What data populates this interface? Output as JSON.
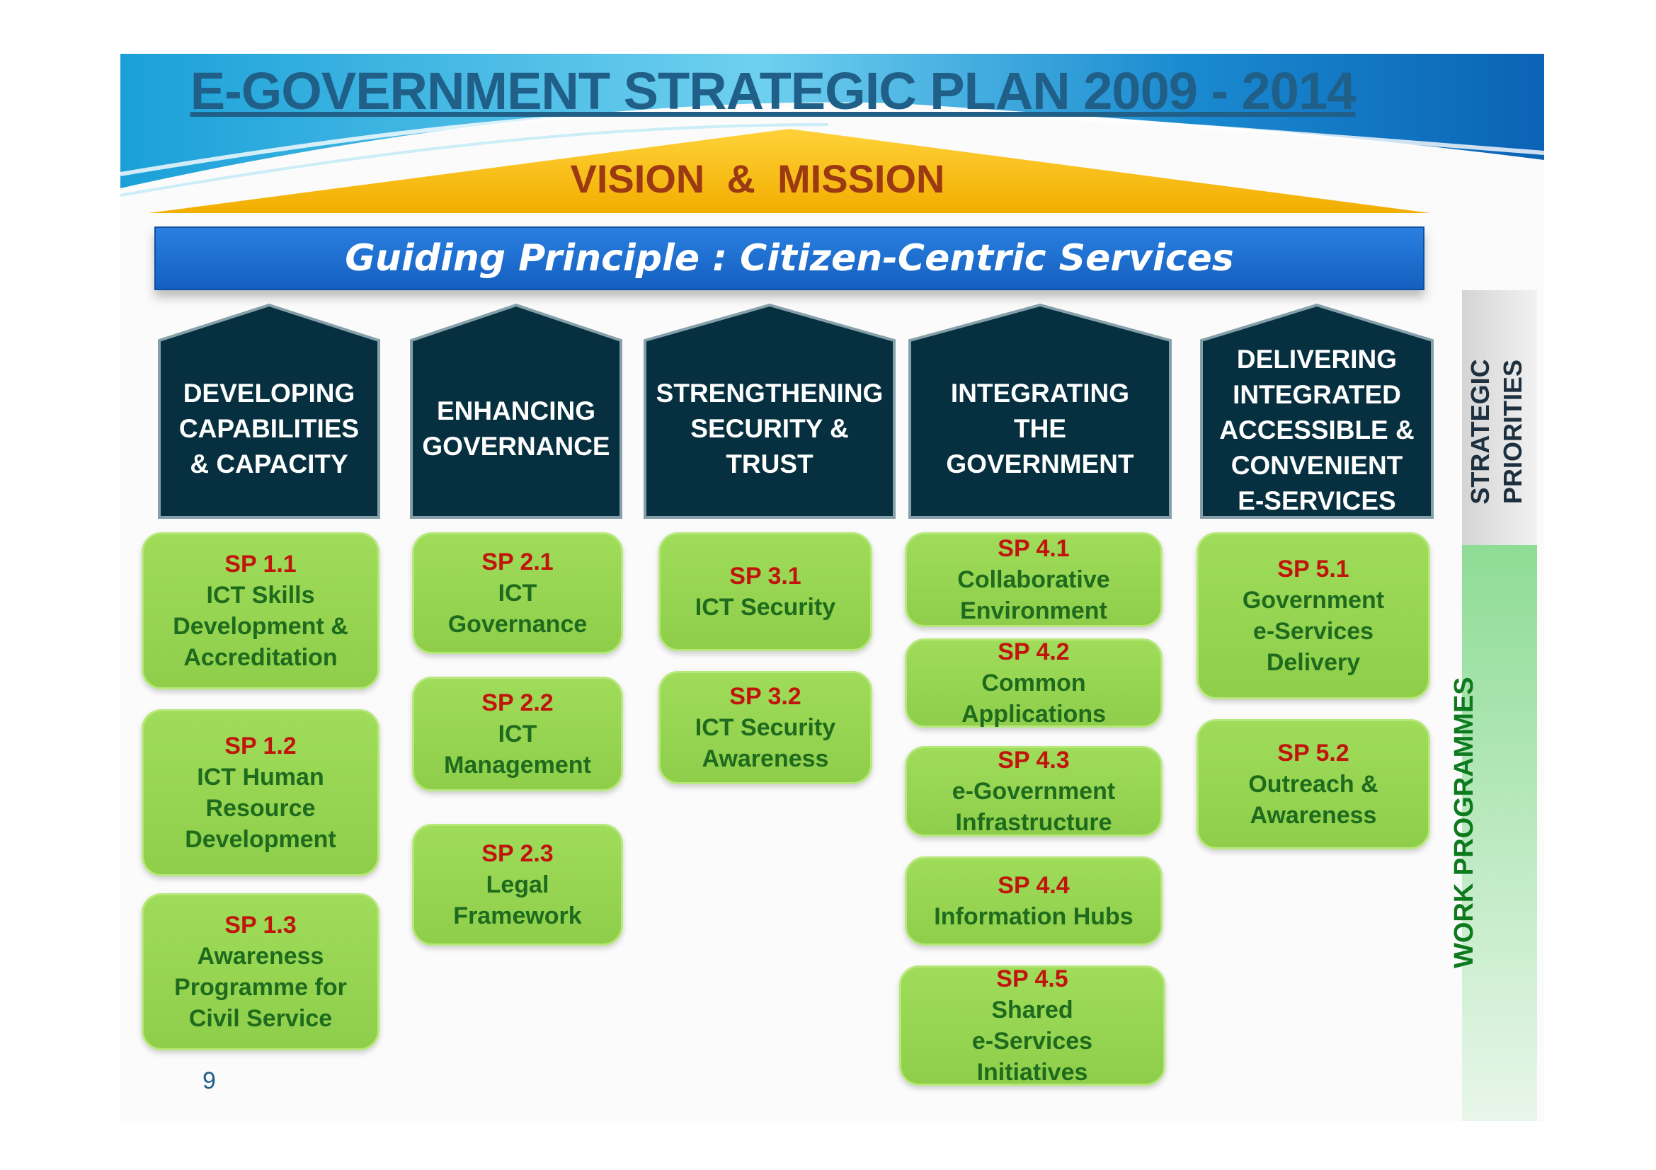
{
  "title": "E-GOVERNMENT STRATEGIC PLAN 2009 - 2014",
  "vision": "VISION  &  MISSION",
  "guiding_principle": "Guiding Principle : Citizen-Centric Services",
  "side_labels": {
    "strategic_priorities": [
      "STRATEGIC",
      "PRIORITIES"
    ],
    "work_programmes": "WORK PROGRAMMES"
  },
  "pillars": [
    {
      "label": "DEVELOPING\nCAPABILITIES\n& CAPACITY"
    },
    {
      "label": "ENHANCING\nGOVERNANCE"
    },
    {
      "label": "STRENGTHENING\nSECURITY &\nTRUST"
    },
    {
      "label": "INTEGRATING\nTHE\nGOVERNMENT"
    },
    {
      "label": "DELIVERING\nINTEGRATED\nACCESSIBLE &\nCONVENIENT\nE-SERVICES"
    }
  ],
  "programmes": [
    {
      "code": "SP 1.1",
      "name": "ICT Skills\nDevelopment &\nAccreditation"
    },
    {
      "code": "SP 1.2",
      "name": "ICT Human\nResource\nDevelopment"
    },
    {
      "code": "SP 1.3",
      "name": "Awareness\nProgramme for\nCivil Service"
    },
    {
      "code": "SP 2.1",
      "name": "ICT\nGovernance"
    },
    {
      "code": "SP 2.2",
      "name": "ICT\nManagement"
    },
    {
      "code": "SP 2.3",
      "name": "Legal\nFramework"
    },
    {
      "code": "SP 3.1",
      "name": "ICT Security"
    },
    {
      "code": "SP 3.2",
      "name": "ICT Security\nAwareness"
    },
    {
      "code": "SP 4.1",
      "name": "Collaborative\nEnvironment"
    },
    {
      "code": "SP 4.2",
      "name": "Common\nApplications"
    },
    {
      "code": "SP 4.3",
      "name": "e-Government\nInfrastructure"
    },
    {
      "code": "SP 4.4",
      "name": "Information Hubs"
    },
    {
      "code": "SP 4.5",
      "name": "Shared\ne-Services\nInitiatives"
    },
    {
      "code": "SP 5.1",
      "name": "Government\ne-Services\nDelivery"
    },
    {
      "code": "SP 5.2",
      "name": "Outreach &\nAwareness"
    }
  ],
  "page_number": "9",
  "colors": {
    "pillar": "#06303f",
    "programme_bg": "#95d64f",
    "programme_code": "#c0140c",
    "programme_text": "#1e6b1e",
    "guide_bar": "#1d6fd0",
    "vision_band": "#f5b800"
  }
}
